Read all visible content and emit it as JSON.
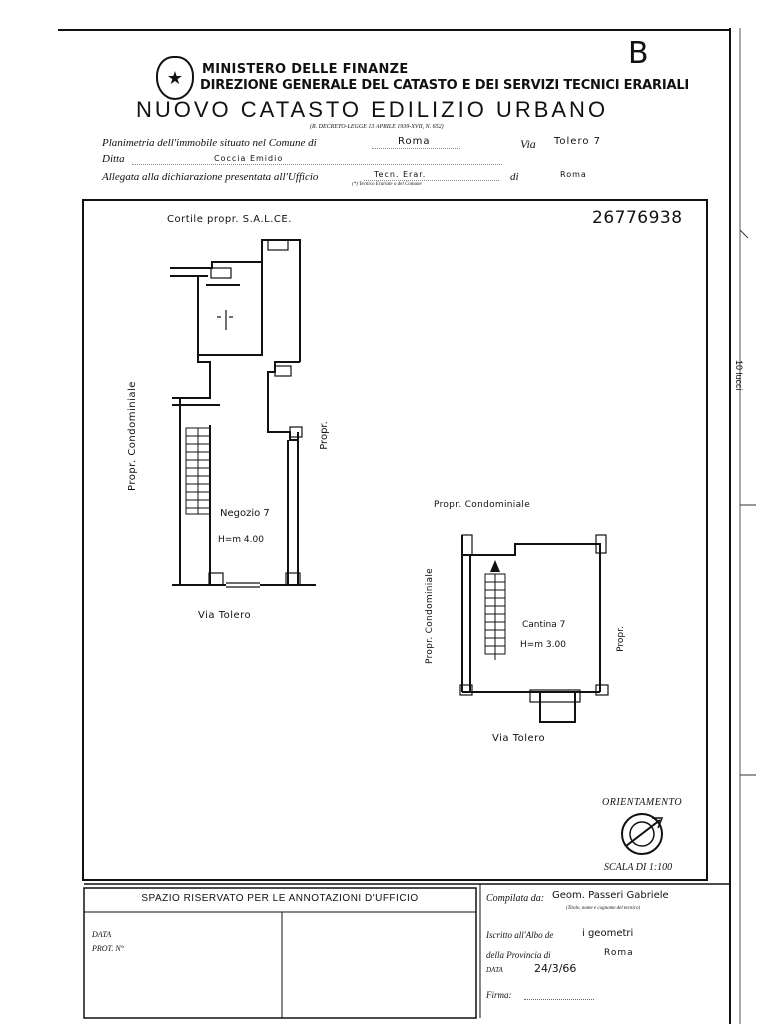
{
  "header": {
    "corner_letter": "B",
    "ministry": "MINISTERO DELLE FINANZE",
    "directorate": "DIREZIONE GENERALE DEL CATASTO E DEI SERVIZI TECNICI ERARIALI",
    "title": "NUOVO CATASTO EDILIZIO URBANO",
    "decree": "(R. DECRETO-LEGGE 13 APRILE 1939-XVII, N. 652)"
  },
  "form": {
    "line1_label": "Planimetria dell'immobile situato nel Comune di",
    "comune": "Roma",
    "via_label": "Via",
    "via_value": "Tolero 7",
    "ditta_label": "Ditta",
    "ditta_value": "Coccia Emidio",
    "allegata_label": "Allegata alla dichiarazione presentata all'Ufficio",
    "ufficio_value": "Tecn. Erar.",
    "ufficio_note": "(*) Tecnico Erariale o del Comune",
    "di_label": "di",
    "di_value": "Roma"
  },
  "plan": {
    "doc_number": "26776938",
    "cortile": "Cortile propr. S.A.L.CE.",
    "left_condominiale": "Propr. Condominiale",
    "left_propr": "Propr.",
    "negozio": "Negozio 7",
    "negozio_h": "H=m 4.00",
    "via_left": "Via Tolero",
    "right_top": "Propr. Condominiale",
    "right_condominiale": "Propr. Condominiale",
    "cantina": "Cantina 7",
    "cantina_h": "H=m 3.00",
    "right_propr": "Propr.",
    "via_right": "Via Tolero",
    "orientamento": "ORIENTAMENTO",
    "scala": "SCALA DI 1:100"
  },
  "footer": {
    "spazio": "SPAZIO RISERVATO PER LE ANNOTAZIONI D'UFFICIO",
    "data_label": "DATA",
    "prot_label": "PROT. N°",
    "compilata_label": "Compilata da:",
    "compilata_value": "Geom. Passeri Gabriele",
    "compilata_note": "(Titolo, nome e cognome del tecnico)",
    "iscritto_label": "Iscritto all'Albo de",
    "iscritto_value": "i geometri",
    "provincia_label": "della Provincia di",
    "provincia_value": "Roma",
    "data_label2": "DATA",
    "data_value": "24/3/66",
    "firma_label": "Firma:"
  },
  "margin": {
    "ruler_text": "10 lucci"
  }
}
